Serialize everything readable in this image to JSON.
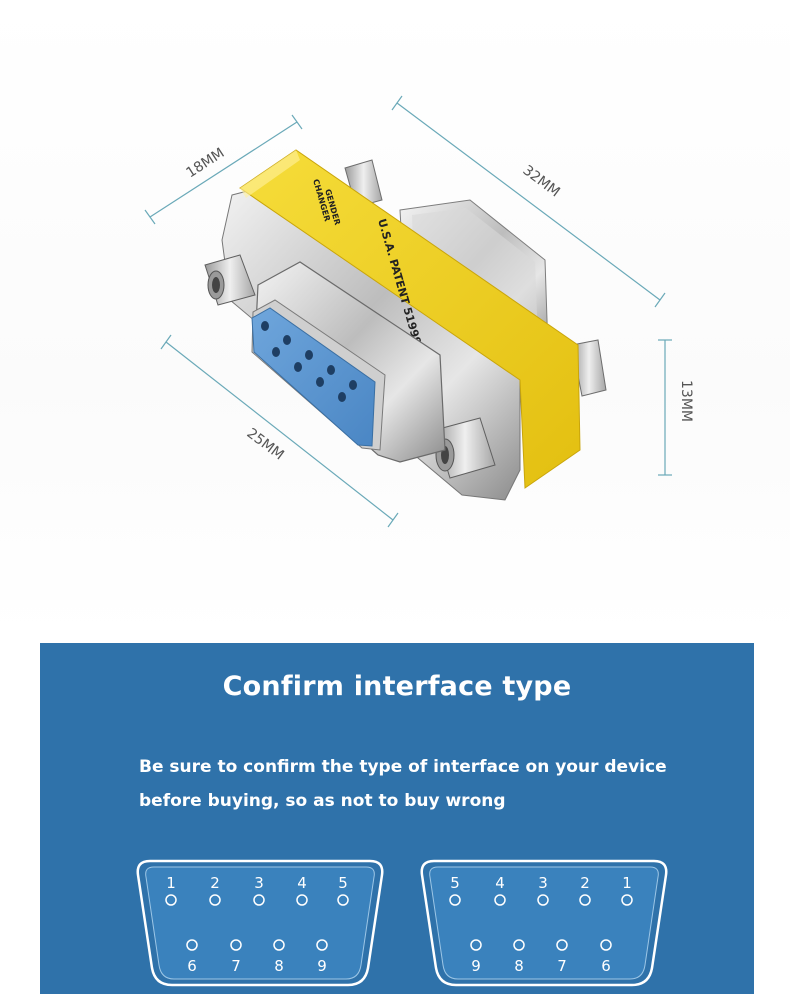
{
  "dimensions": {
    "width_label": "18MM",
    "length_label": "32MM",
    "height_label": "13MM",
    "depth_label": "25MM"
  },
  "band": {
    "patent_text": "U.S.A. PATENT 5199906",
    "gender_text": "GENDER",
    "changer_text": "CHANGER",
    "color": "#f2d21b"
  },
  "panel": {
    "title": "Confirm interface type",
    "description_line1": "Be sure to confirm the type of interface on your device",
    "description_line2": "before buying, so as not to buy wrong",
    "background": "#2f72aa"
  },
  "connectors": {
    "left": {
      "top_row": [
        "1",
        "2",
        "3",
        "4",
        "5"
      ],
      "bottom_row": [
        "6",
        "7",
        "8",
        "9"
      ]
    },
    "right": {
      "top_row": [
        "5",
        "4",
        "3",
        "2",
        "1"
      ],
      "bottom_row": [
        "9",
        "8",
        "7",
        "6"
      ]
    }
  }
}
